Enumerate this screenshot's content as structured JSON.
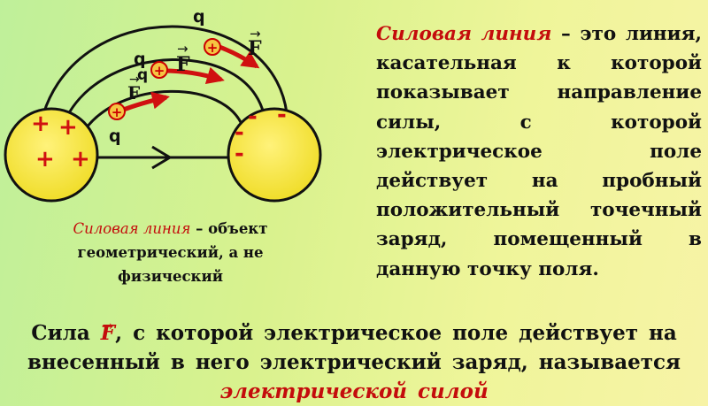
{
  "diagram": {
    "plus_sign": "+",
    "minus_sign": "-",
    "charge_label": "q",
    "force_label": "F",
    "vector_arrow": "→"
  },
  "definition": {
    "term": "Силовая линия",
    "dash": " – ",
    "text": "это линия, касательная к которой показывает направление силы, с которой электрическое поле действует на пробный положительный точечный заряд, помещенный в данную точку поля."
  },
  "note": {
    "term": "Силовая линия",
    "text": " – объект геометрический, а не физический"
  },
  "bottom": {
    "prefix": "Сила ",
    "force_symbol": "F",
    "vector_arrow": "→",
    "text": ", с которой электрическое поле действует на внесенный в него электрический заряд, называется ",
    "term": "электрической силой"
  },
  "colors": {
    "sphere_fill": "#f7e842",
    "line_color": "#111111",
    "red_accent": "#d01010",
    "charge_fill": "#f5c542"
  }
}
